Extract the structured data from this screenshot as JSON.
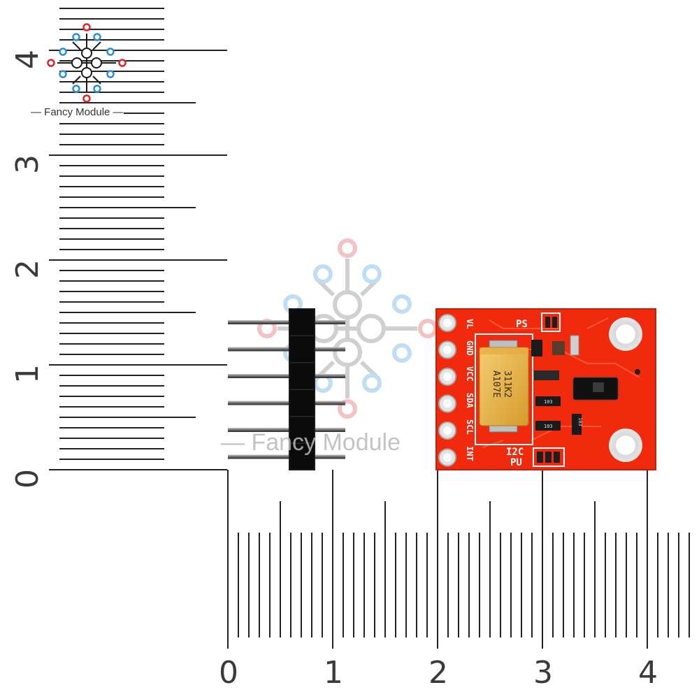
{
  "ruler": {
    "left_labels": [
      "0",
      "1",
      "2",
      "3",
      "4"
    ],
    "bottom_labels": [
      "0",
      "1",
      "2",
      "3",
      "4"
    ],
    "unit": "cm"
  },
  "logo": {
    "text": "— Fancy Module —",
    "icon": "circuit-node-icon",
    "colors": {
      "red": "#d9262b",
      "blue": "#2a8ed6"
    }
  },
  "watermark": {
    "text": "— Fancy Module",
    "icon": "circuit-node-icon"
  },
  "module": {
    "pin_labels": [
      "VL",
      "GND",
      "VCC",
      "SDA",
      "SCL",
      "INT"
    ],
    "label_ps": "PS",
    "label_i2c": "I2C",
    "label_pu": "PU",
    "capacitor_line1": "A107E",
    "capacitor_line2": "311K2",
    "resistor_1": "103",
    "resistor_2": "103",
    "resistor_3": "103",
    "board_color": "#f12a0e"
  },
  "header": {
    "pin_count": 6,
    "icon": "pin-header-icon"
  }
}
